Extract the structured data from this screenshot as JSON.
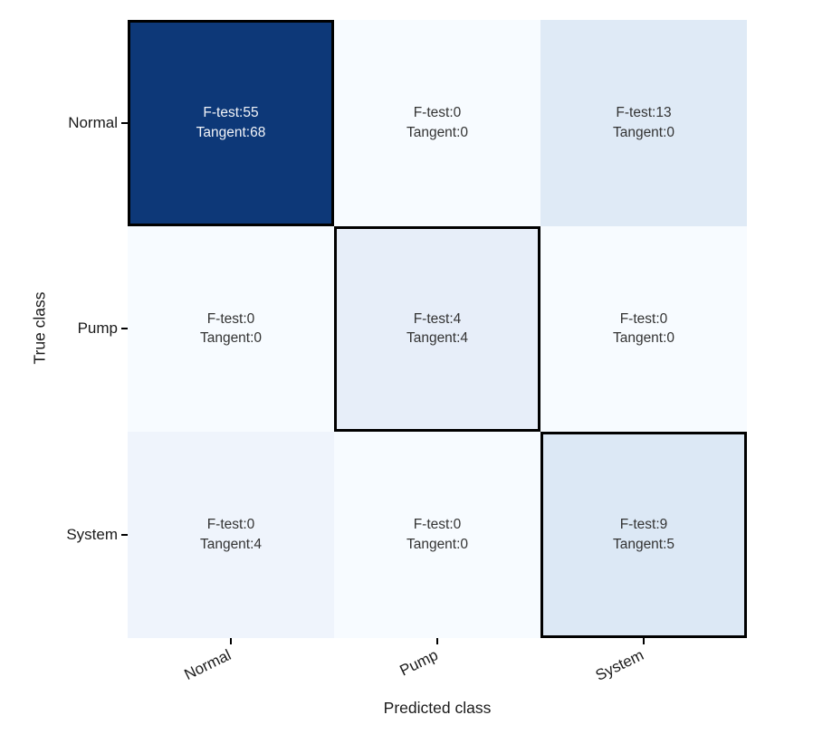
{
  "chart_data": {
    "type": "heatmap",
    "title": "",
    "xlabel": "Predicted class",
    "ylabel": "True class",
    "categories": [
      "Normal",
      "Pump",
      "System"
    ],
    "series": [
      {
        "name": "F-test",
        "matrix": [
          [
            55,
            0,
            13
          ],
          [
            0,
            4,
            0
          ],
          [
            0,
            0,
            9
          ]
        ]
      },
      {
        "name": "Tangent",
        "matrix": [
          [
            68,
            0,
            0
          ],
          [
            0,
            4,
            0
          ],
          [
            4,
            0,
            5
          ]
        ]
      }
    ],
    "legend_position": "none",
    "grid": false,
    "colormap": "Blues",
    "diagonal_highlight": true,
    "annotation_format": "F-test:{f} / Tangent:{t}"
  },
  "axes": {
    "x_label": "Predicted class",
    "y_label": "True class",
    "x_ticks": [
      "Normal",
      "Pump",
      "System"
    ],
    "y_ticks": [
      "Normal",
      "Pump",
      "System"
    ]
  },
  "colors": {
    "background": "#ffffff",
    "diagonal_border": "#000000",
    "dark_cell": "#0d3878",
    "zero_cell": "#f7fbff",
    "light_text": "#f2f4f8",
    "dark_text": "#333333",
    "tick_text": "#1a1a1a"
  },
  "cells": [
    {
      "row": "Normal",
      "col": "Normal",
      "line1": "F-test:55",
      "line2": "Tangent:68",
      "bg": "#0d3878",
      "fg": "#f2f4f8",
      "diagonal": true
    },
    {
      "row": "Normal",
      "col": "Pump",
      "line1": "F-test:0",
      "line2": "Tangent:0",
      "bg": "#f7fbff",
      "fg": "#333333",
      "diagonal": false
    },
    {
      "row": "Normal",
      "col": "System",
      "line1": "F-test:13",
      "line2": "Tangent:0",
      "bg": "#dfeaf6",
      "fg": "#333333",
      "diagonal": false
    },
    {
      "row": "Pump",
      "col": "Normal",
      "line1": "F-test:0",
      "line2": "Tangent:0",
      "bg": "#f7fbff",
      "fg": "#333333",
      "diagonal": false
    },
    {
      "row": "Pump",
      "col": "Pump",
      "line1": "F-test:4",
      "line2": "Tangent:4",
      "bg": "#e7eef9",
      "fg": "#333333",
      "diagonal": true
    },
    {
      "row": "Pump",
      "col": "System",
      "line1": "F-test:0",
      "line2": "Tangent:0",
      "bg": "#f7fbff",
      "fg": "#333333",
      "diagonal": false
    },
    {
      "row": "System",
      "col": "Normal",
      "line1": "F-test:0",
      "line2": "Tangent:4",
      "bg": "#eff4fc",
      "fg": "#333333",
      "diagonal": false
    },
    {
      "row": "System",
      "col": "Pump",
      "line1": "F-test:0",
      "line2": "Tangent:0",
      "bg": "#f7fbff",
      "fg": "#333333",
      "diagonal": false
    },
    {
      "row": "System",
      "col": "System",
      "line1": "F-test:9",
      "line2": "Tangent:5",
      "bg": "#dce8f5",
      "fg": "#333333",
      "diagonal": true
    }
  ]
}
